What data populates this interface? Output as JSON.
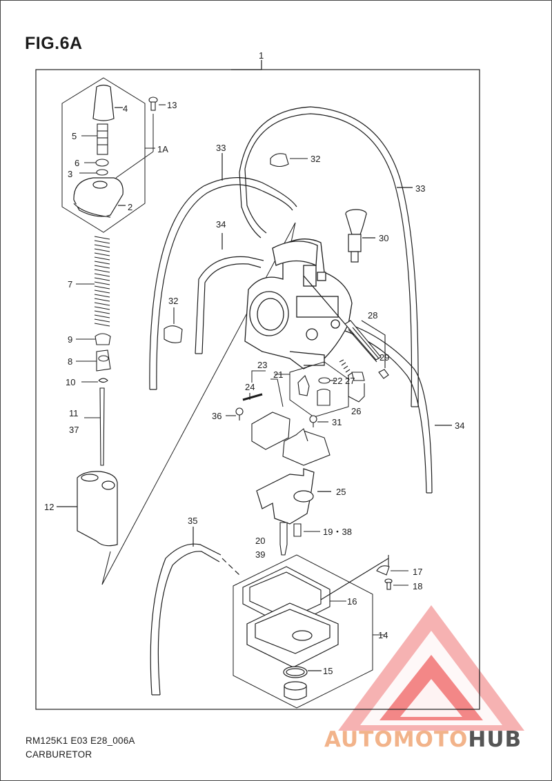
{
  "figure": {
    "title": "FIG.6A"
  },
  "footer": {
    "code": "RM125K1 E03 E28_006A",
    "name": "CARBURETOR"
  },
  "watermark": {
    "brand_part1": "AUTOMOTO",
    "brand_part2": "HUB",
    "color_primary": "#f06a6a",
    "color_light": "#f5a5a5",
    "color_accent": "#f2b38a",
    "color_dark": "#555555"
  },
  "callouts": {
    "c1": "1",
    "c1a": "1A",
    "c2": "2",
    "c3": "3",
    "c4": "4",
    "c5": "5",
    "c6": "6",
    "c7": "7",
    "c8": "8",
    "c9": "9",
    "c10": "10",
    "c11": "11",
    "c37": "37",
    "c12": "12",
    "c13": "13",
    "c14": "14",
    "c15": "15",
    "c16": "16",
    "c17": "17",
    "c18": "18",
    "c19_38": "19・38",
    "c20": "20",
    "c39": "39",
    "c21": "21",
    "c22": "22",
    "c23": "23",
    "c24": "24",
    "c25": "25",
    "c26": "26",
    "c27": "27",
    "c28": "28",
    "c29": "29",
    "c30": "30",
    "c31": "31",
    "c32a": "32",
    "c32b": "32",
    "c33a": "33",
    "c33b": "33",
    "c34a": "34",
    "c34b": "34",
    "c35": "35",
    "c36": "36"
  }
}
